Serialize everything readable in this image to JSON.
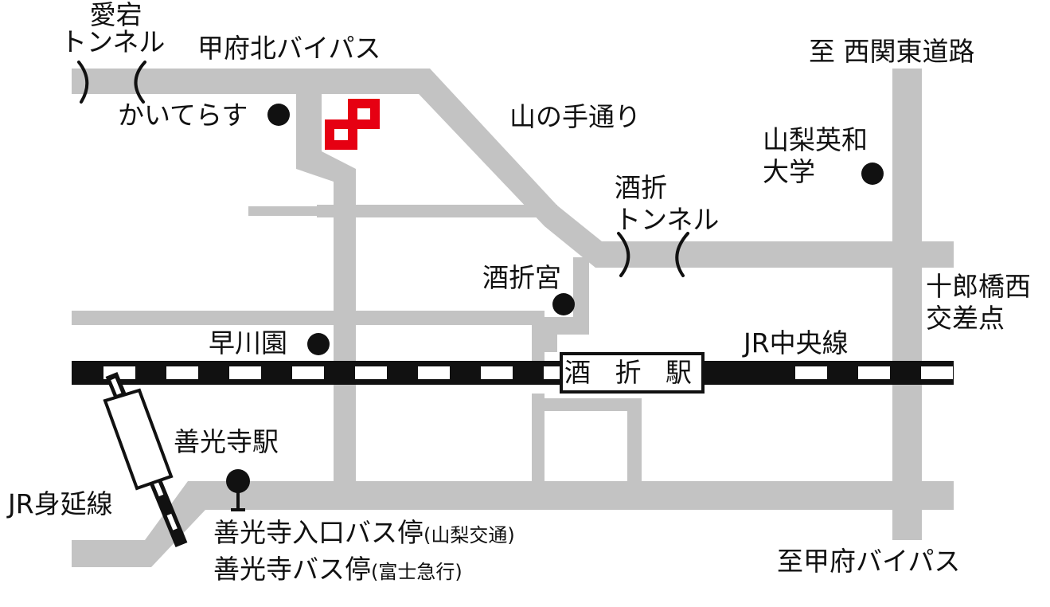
{
  "colors": {
    "road": "#c3c3c3",
    "rail": "#111111",
    "temple": "#e60012",
    "text": "#111111"
  },
  "icons": {
    "temple": "manji-temple-icon",
    "landmark": "filled-circle-icon",
    "tunnel": "tunnel-portal-icon"
  },
  "labels": {
    "atago_tunnel": {
      "line1": "愛宕",
      "line2": "トンネル"
    },
    "kofu_north_bypass": "甲府北バイパス",
    "kaiterasu": "かいてらす",
    "yamanote_dori": "山の手通り",
    "to_nishikanto": "至 西関東道路",
    "yamanashi_eiwa": {
      "line1": "山梨英和",
      "line2": "大学"
    },
    "sakaori_tunnel": {
      "line1": "酒折",
      "line2": "トンネル"
    },
    "sakaori_shrine": "酒折宮",
    "jurobashi_nishi": {
      "line1": "十郎橋西",
      "line2": "交差点"
    },
    "hayakawaen": "早川園",
    "jr_chuo": "JR中央線",
    "sakaori_station": "酒 折 駅",
    "zenkoji_station": "善光寺駅",
    "jr_minobu": "JR身延線",
    "bus_stop_1": {
      "name": "善光寺入口バス停",
      "operator": "(山梨交通)"
    },
    "bus_stop_2": {
      "name": "善光寺バス停",
      "operator": "(富士急行)"
    },
    "to_kofu_bypass": "至甲府バイパス"
  }
}
